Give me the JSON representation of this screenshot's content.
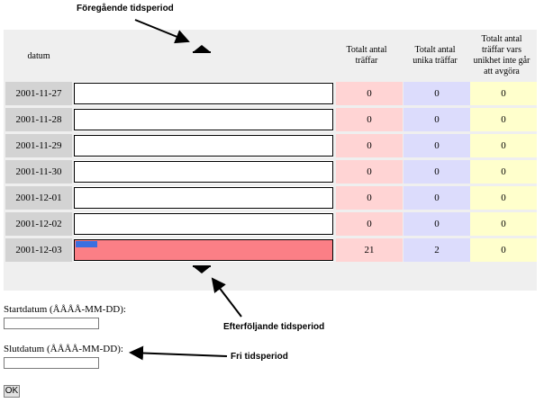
{
  "annotations": {
    "previous": "Föregående tidsperiod",
    "next": "Efterföljande tidsperiod",
    "free": "Fri tidsperiod"
  },
  "table": {
    "headers": {
      "date": "datum",
      "total": "Totalt antal träffar",
      "unique": "Totalt antal unika träffar",
      "undetermined": "Totalt antal träffar vars unikhet inte går att avgöra"
    },
    "rows": [
      {
        "date": "2001-11-27",
        "total": "0",
        "unique": "0",
        "undetermined": "0",
        "total_frac": 0,
        "unique_frac": 0
      },
      {
        "date": "2001-11-28",
        "total": "0",
        "unique": "0",
        "undetermined": "0",
        "total_frac": 0,
        "unique_frac": 0
      },
      {
        "date": "2001-11-29",
        "total": "0",
        "unique": "0",
        "undetermined": "0",
        "total_frac": 0,
        "unique_frac": 0
      },
      {
        "date": "2001-11-30",
        "total": "0",
        "unique": "0",
        "undetermined": "0",
        "total_frac": 0,
        "unique_frac": 0
      },
      {
        "date": "2001-12-01",
        "total": "0",
        "unique": "0",
        "undetermined": "0",
        "total_frac": 0,
        "unique_frac": 0
      },
      {
        "date": "2001-12-02",
        "total": "0",
        "unique": "0",
        "undetermined": "0",
        "total_frac": 0,
        "unique_frac": 0
      },
      {
        "date": "2001-12-03",
        "total": "21",
        "unique": "2",
        "undetermined": "0",
        "total_frac": 1,
        "unique_frac": 0.095
      }
    ]
  },
  "colors": {
    "total_bar": "#fb7f86",
    "unique_bar": "#3a6fe0",
    "total_col": "#ffd4d4",
    "unique_col": "#dcdcfc",
    "undetermined_col": "#ffffcc",
    "date_col": "#d3d3d3"
  },
  "icons": {
    "previous": "arrow-up-icon",
    "next": "arrow-down-icon"
  },
  "form": {
    "start_label": "Startdatum (ÅÅÅÅ-MM-DD):",
    "start_value": "",
    "end_label": "Slutdatum (ÅÅÅÅ-MM-DD):",
    "end_value": "",
    "ok_label": "OK"
  }
}
